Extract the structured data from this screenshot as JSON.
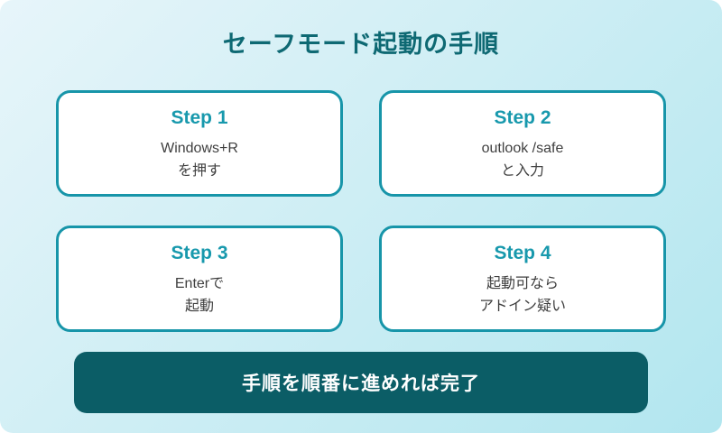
{
  "page": {
    "title": "セーフモード起動の手順",
    "footer_label": "手順を順番に進めれば完了"
  },
  "steps": [
    {
      "label": "Step 1",
      "line1": "Windows+R",
      "line2": "を押す"
    },
    {
      "label": "Step 2",
      "line1": "outlook /safe",
      "line2": "と入力"
    },
    {
      "label": "Step 3",
      "line1": "Enterで",
      "line2": "起動"
    },
    {
      "label": "Step 4",
      "line1": "起動可なら",
      "line2": "アドイン疑い"
    }
  ],
  "colors": {
    "title_text": "#0e6973",
    "step_accent": "#1899ad",
    "card_border": "#1795a9",
    "card_background": "#ffffff",
    "body_text": "#3f3f3f",
    "banner_background": "#0b5d66",
    "banner_text": "#ffffff",
    "background_gradient_start": "#e7f5fa",
    "background_gradient_end": "#b2e6ef"
  }
}
